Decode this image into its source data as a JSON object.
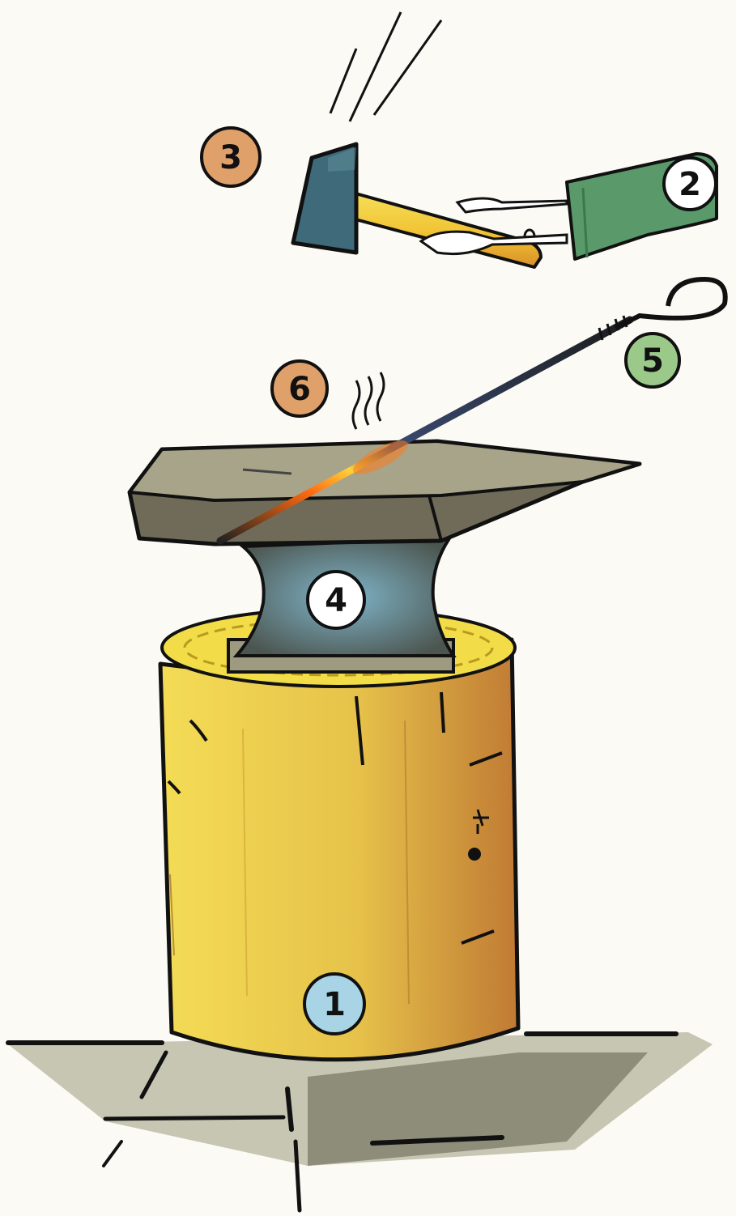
{
  "labels": {
    "stump": "1",
    "arm": "2",
    "hammer": "3",
    "anvil": "4",
    "workpiece": "5",
    "heat": "6"
  },
  "colors": {
    "paper": "#fbfaf5",
    "wood_light": "#f0d64a",
    "wood_dark": "#c98d3c",
    "anvil_top": "#a29f86",
    "anvil_side": "#6f6b58",
    "anvil_waist": "#5a6a72",
    "floor": "#8a8a70",
    "hammer_head": "#3f6a7a",
    "hammer_handle": "#f2d43c",
    "sleeve": "#5a9a6a",
    "badge_orange": "#e0a06a",
    "badge_green": "#9ac98a",
    "badge_blue": "#a8d4e6",
    "badge_white": "#ffffff",
    "hot_metal": "#ff7a1a"
  }
}
